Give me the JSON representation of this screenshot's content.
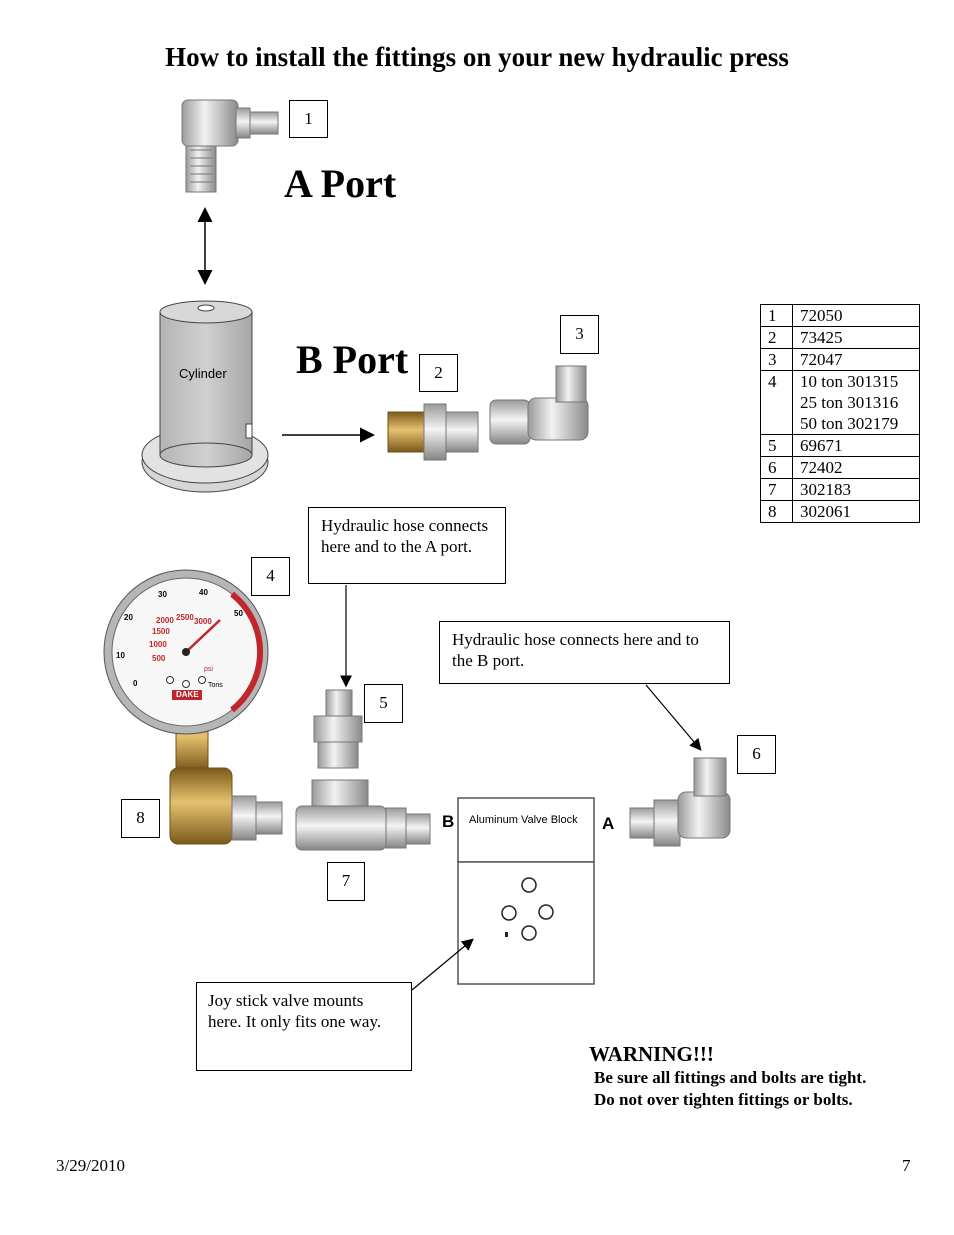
{
  "title": "How to install the fittings on your new hydraulic press",
  "ports": {
    "a": "A Port",
    "b": "B Port"
  },
  "callouts": [
    "1",
    "2",
    "3",
    "4",
    "5",
    "6",
    "7",
    "8"
  ],
  "cylinder_label": "Cylinder",
  "parts_table": [
    {
      "n": "1",
      "v": [
        "72050"
      ]
    },
    {
      "n": "2",
      "v": [
        "73425"
      ]
    },
    {
      "n": "3",
      "v": [
        "72047"
      ]
    },
    {
      "n": "4",
      "v": [
        "10 ton 301315",
        "25 ton 301316",
        "50 ton 302179"
      ]
    },
    {
      "n": "5",
      "v": [
        "69671"
      ]
    },
    {
      "n": "6",
      "v": [
        "72402"
      ]
    },
    {
      "n": "7",
      "v": [
        "302183"
      ]
    },
    {
      "n": "8",
      "v": [
        "302061"
      ]
    }
  ],
  "notes": {
    "a_hose": "Hydraulic hose connects here and to the A port.",
    "b_hose": "Hydraulic hose connects here and to the B port.",
    "joystick": "Joy stick valve mounts here. It only fits one way."
  },
  "valve_block": {
    "label": "Aluminum Valve Block",
    "left": "B",
    "right": "A"
  },
  "gauge": {
    "inner_scale": [
      "500",
      "1000",
      "1500",
      "2000",
      "2500",
      "3000"
    ],
    "outer_scale": [
      "0",
      "10",
      "20",
      "30",
      "40",
      "50"
    ],
    "unit_psi": "psi",
    "unit_tons": "Tons",
    "brand": "DAKE"
  },
  "warning": {
    "heading": "WARNING!!!",
    "line1": "Be sure all fittings and bolts are tight.",
    "line2": "Do not over tighten fittings or bolts."
  },
  "footer": {
    "date": "3/29/2010",
    "page": "7"
  },
  "colors": {
    "metal_light": "#e4e4e4",
    "metal_dark": "#8a8a8a",
    "brass": "#b8923a",
    "cylinder": "#c8c8c8",
    "gauge_red": "#c0262b"
  }
}
